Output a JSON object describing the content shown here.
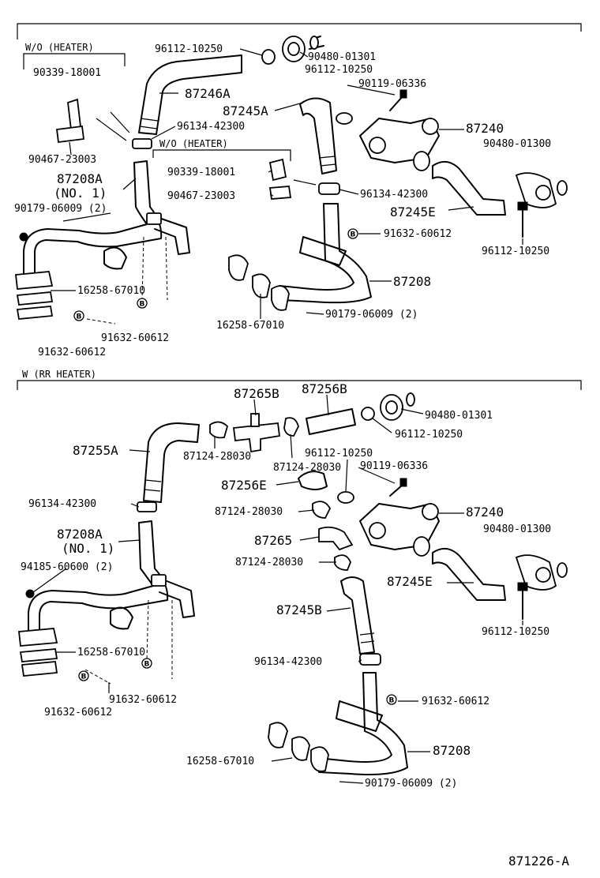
{
  "sections": {
    "top_title": "W/O (HEATER)",
    "mid_title": "W/O (HEATER)",
    "bottom_title": "W (RR HEATER)"
  },
  "labels_top": {
    "p96112_10250_a": "96112-10250",
    "p90480_01301": "90480-01301",
    "p96112_10250_b": "96112-10250",
    "p90339_18001": "90339-18001",
    "p87246A": "87246A",
    "p90119_06336": "90119-06336",
    "p87245A": "87245A",
    "p87240": "87240",
    "p96134_42300_a": "96134-42300",
    "p90480_01300": "90480-01300",
    "p90467_23003": "90467-23003",
    "p87208A": "87208A",
    "no1": "(NO. 1)",
    "p90339_18001_b": "90339-18001",
    "p90467_23003_b": "90467-23003",
    "p96134_42300_b": "96134-42300",
    "p90179_06009": "90179-06009 (2)",
    "p87245E": "87245E",
    "p91632_60612_a": "91632-60612",
    "p96112_10250_c": "96112-10250",
    "p87208": "87208",
    "p16258_67010_a": "16258-67010",
    "p16258_67010_b": "16258-67010",
    "p90179_06009_b": "90179-06009 (2)",
    "p91632_60612_b": "91632-60612",
    "p91632_60612_c": "91632-60612"
  },
  "labels_bottom": {
    "p87265B": "87265B",
    "p87256B": "87256B",
    "p90480_01301": "90480-01301",
    "p87255A": "87255A",
    "p87124_28030_a": "87124-28030",
    "p96112_10250_a": "96112-10250",
    "p87124_28030_b": "87124-28030",
    "p96112_10250_b": "96112-10250",
    "p90119_06336": "90119-06336",
    "p87256E": "87256E",
    "p96134_42300_a": "96134-42300",
    "p87240": "87240",
    "p87124_28030_c": "87124-28030",
    "p87208A": "87208A",
    "p90480_01300": "90480-01300",
    "p87265": "87265",
    "no1": "(NO. 1)",
    "p87124_28030_d": "87124-28030",
    "p94185_60600": "94185-60600 (2)",
    "p87245E": "87245E",
    "p87245B": "87245B",
    "p96112_10250_c": "96112-10250",
    "p16258_67010_a": "16258-67010",
    "p96134_42300_b": "96134-42300",
    "p91632_60612_a": "91632-60612",
    "p91632_60612_b": "91632-60612",
    "p91632_60612_c": "91632-60612",
    "p87208": "87208",
    "p16258_67010_b": "16258-67010",
    "p90179_06009": "90179-06009 (2)"
  },
  "bolt_mark": "B",
  "figure_id": "871226-A"
}
